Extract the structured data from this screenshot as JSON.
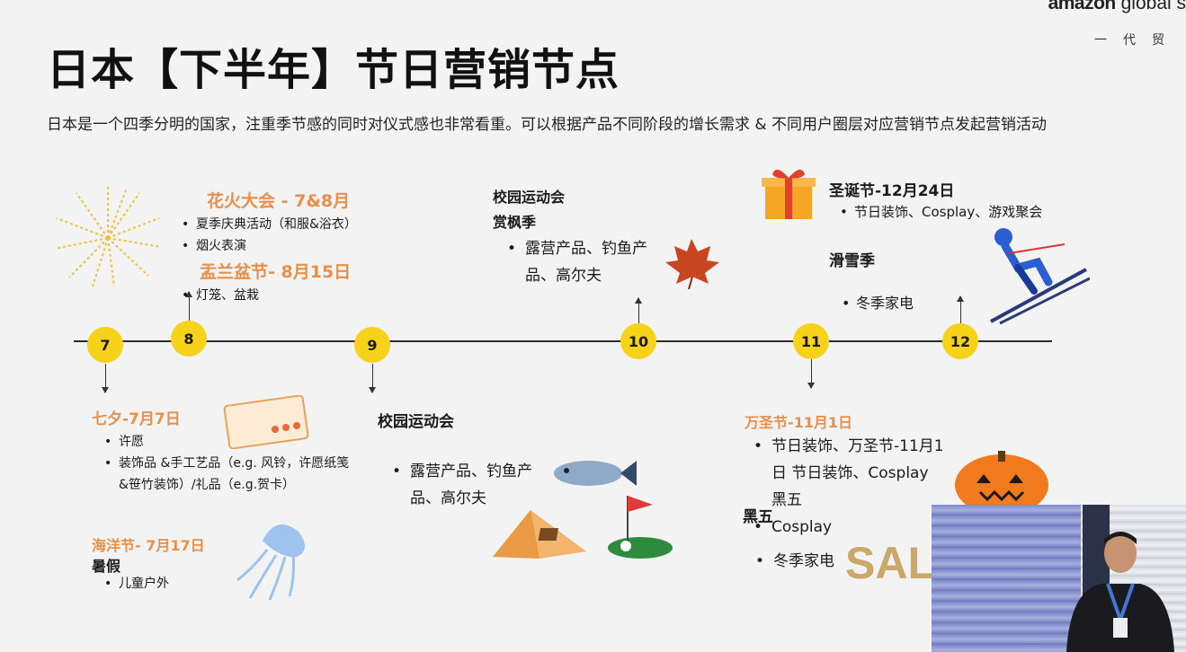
{
  "header": {
    "logo_brand": "amazon",
    "logo_suffix": "global s",
    "logo_sub": "一代贸",
    "title": "日本【下半年】节日营销节点",
    "intro": "日本是一个四季分明的国家，注重季节感的同时对仪式感也非常看重。可以根据产品不同阶段的增长需求 & 不同用户圈层对应营销节点发起营销活动"
  },
  "timeline": {
    "nodes": [
      "7",
      "8",
      "9",
      "10",
      "11",
      "12"
    ]
  },
  "july": {
    "event1_title": "七夕-7月7日",
    "event1_items": [
      "许愿",
      "装饰品 &手工艺品（e.g. 风铃，许愿纸笺&笹竹装饰）/礼品（e.g.贺卡）"
    ],
    "event2_title": "海洋节- 7月17日",
    "event2_subtitle": "暑假",
    "event2_items": [
      "儿童户外"
    ]
  },
  "august": {
    "event1_title": "花火大会 - 7&8月",
    "event1_items": [
      "夏季庆典活动（和服&浴衣）",
      "烟火表演"
    ],
    "event2_title": "盂兰盆节- 8月15日",
    "event2_items": [
      "灯笼、盆栽"
    ]
  },
  "september": {
    "title": "校园运动会",
    "items": [
      "露营产品、钓鱼产品、高尔夫"
    ]
  },
  "october": {
    "title": "校园运动会",
    "subtitle": "赏枫季",
    "items": [
      "露营产品、钓鱼产品、高尔夫"
    ]
  },
  "november": {
    "title": "万圣节-11月1日",
    "items": [
      "节日装饰、万圣节-11月1日 节日装饰、Cosplay 黑五",
      "Cosplay"
    ],
    "subtitle": "黑五",
    "items2": [
      "冬季家电"
    ],
    "sale_text": "SAL"
  },
  "december": {
    "title": "圣诞节-12月24日",
    "items": [
      "节日装饰、Cosplay、游戏聚会"
    ],
    "subtitle": "滑雪季",
    "items2": [
      "冬季家电"
    ]
  },
  "colors": {
    "accent_orange": "#e8904a",
    "node_yellow": "#f7d21a",
    "line": "#2a2a2a"
  }
}
